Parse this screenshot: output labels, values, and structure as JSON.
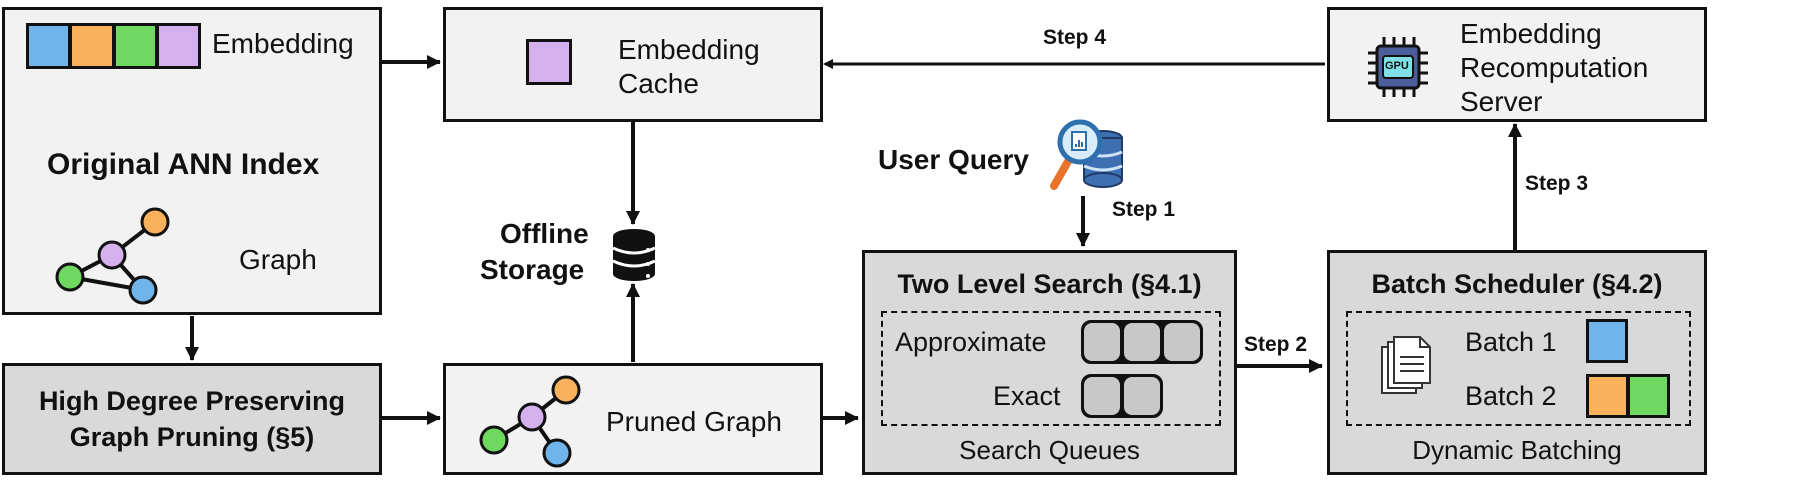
{
  "nodes": {
    "original_index": {
      "title": "Original ANN Index",
      "embedding_label": "Embedding",
      "graph_label": "Graph"
    },
    "embedding_cache": {
      "line1": "Embedding",
      "line2": "Cache"
    },
    "recompute_server": {
      "line1": "Embedding",
      "line2": "Recomputation",
      "line3": "Server",
      "chip_label": "GPU"
    },
    "pruning": {
      "line1": "High Degree Preserving",
      "line2": "Graph Pruning (§5)"
    },
    "pruned_graph": {
      "label": "Pruned Graph"
    },
    "offline_storage": {
      "line1": "Offline",
      "line2": "Storage"
    },
    "user_query": {
      "label": "User Query"
    },
    "two_level_search": {
      "title": "Two Level Search (§4.1)",
      "approx_label": "Approximate",
      "exact_label": "Exact",
      "footer": "Search Queues"
    },
    "batch_scheduler": {
      "title": "Batch Scheduler (§4.2)",
      "batch1_label": "Batch 1",
      "batch2_label": "Batch 2",
      "footer": "Dynamic Batching"
    }
  },
  "steps": {
    "step1": "Step 1",
    "step2": "Step 2",
    "step3": "Step 3",
    "step4": "Step 4"
  },
  "colors": {
    "blue": "#6fb4ea",
    "orange": "#f9b25b",
    "green": "#6fd860",
    "purple": "#d4b0ec",
    "light_box": "#f2f2f2",
    "dark_box": "#d9d9d9",
    "queue_cell": "#c8c8c8"
  }
}
